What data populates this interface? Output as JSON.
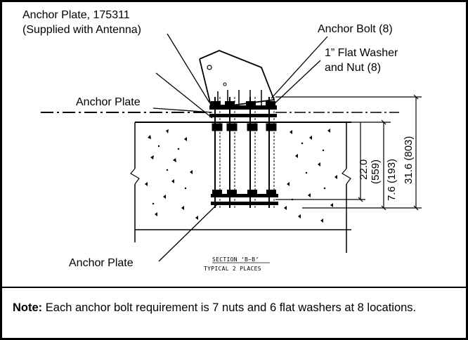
{
  "callouts": {
    "anchor_plate_top_line1": "Anchor Plate, 175311",
    "anchor_plate_top_line2": "(Supplied with Antenna)",
    "anchor_bolt": "Anchor Bolt (8)",
    "washer_line1": "1” Flat Washer",
    "washer_line2": "and Nut (8)",
    "anchor_plate_mid": "Anchor Plate",
    "anchor_plate_bottom": "Anchor Plate"
  },
  "dimensions": {
    "d1": "22.0",
    "d1_metric": "(559)",
    "d2": "7.6 (193)",
    "d3": "31.6 (803)"
  },
  "section": {
    "title": "SECTION ‘B–B’",
    "subtitle": "TYPICAL 2 PLACES"
  },
  "note": {
    "label": "Note:",
    "text": " Each anchor bolt requirement is 7 nuts and 6 flat washers at 8 locations."
  },
  "colors": {
    "ink": "#000000",
    "background": "#ffffff"
  }
}
